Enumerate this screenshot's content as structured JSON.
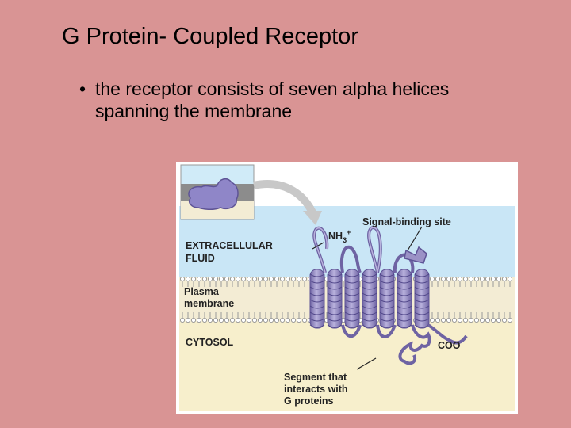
{
  "slide": {
    "title": "G Protein- Coupled Receptor",
    "bullet": "the receptor consists of seven alpha helices spanning the membrane",
    "bullet_symbol": "•"
  },
  "figure": {
    "labels": {
      "signal_binding_site": "Signal-binding site",
      "nh3": "NH",
      "nh3_sub": "3",
      "nh3_sup": "+",
      "extracellular_line1": "EXTRACELLULAR",
      "extracellular_line2": "FLUID",
      "plasma_line1": "Plasma",
      "plasma_line2": "membrane",
      "cytosol": "CYTOSOL",
      "coo": "COO",
      "coo_sup": "–",
      "segment_line1": "Segment that",
      "segment_line2": "interacts with",
      "segment_line3": "G proteins"
    },
    "colors": {
      "extracellular": "#c9e6f6",
      "cytosol": "#f7efcc",
      "membrane": "#f3ecd4",
      "helix": "#9b92c6",
      "helix_dark": "#6e63a3",
      "signal_molecule": "#8f86c8",
      "arrow": "#c8c8c8"
    }
  }
}
